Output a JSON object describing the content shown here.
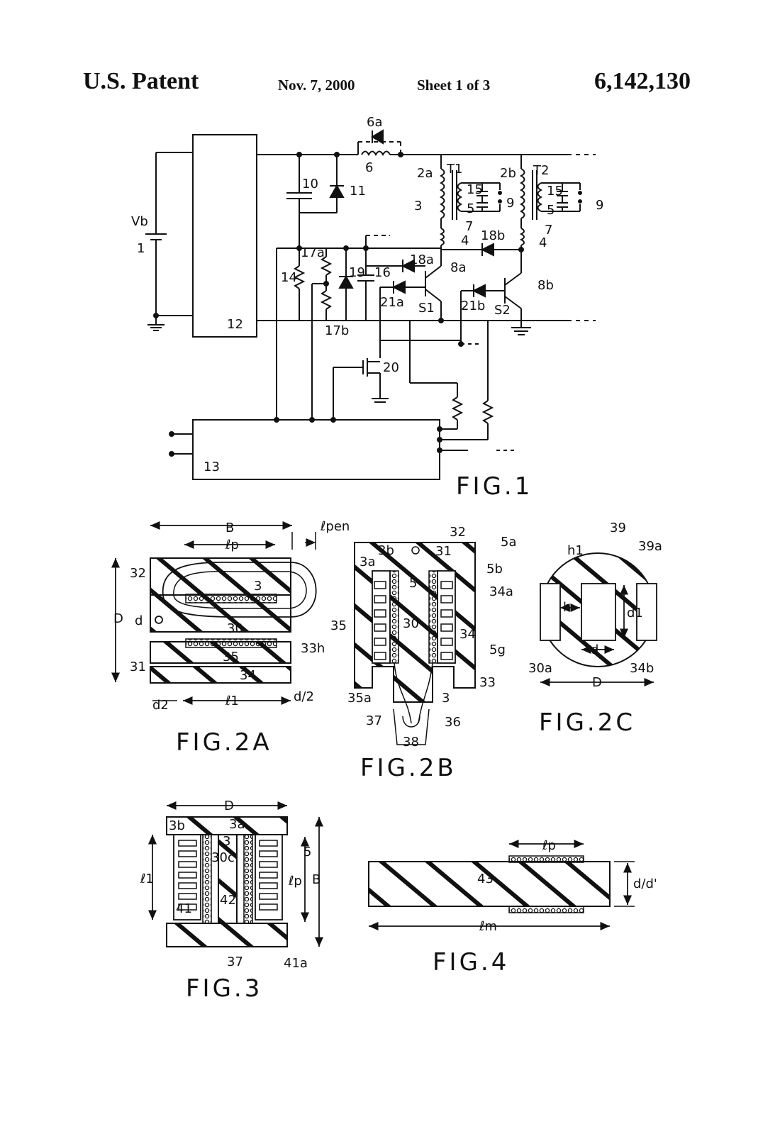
{
  "header": {
    "left": "U.S. Patent",
    "date": "Nov. 7, 2000",
    "sheet": "Sheet 1 of 3",
    "number": "6,142,130"
  },
  "fig1": {
    "caption": "FIG.1",
    "labels": {
      "vb": "Vb",
      "n1": "1",
      "n12": "12",
      "n13": "13",
      "n10": "10",
      "n11": "11",
      "n6": "6",
      "n6a": "6a",
      "n2a": "2a",
      "n2b": "2b",
      "t1": "T1",
      "t2": "T2",
      "n3": "3",
      "n15a": "15",
      "n15b": "15",
      "n5a": "5",
      "n5b": "5",
      "n9a": "9",
      "n9b": "9",
      "n7a": "7",
      "n7b": "7",
      "n4a": "4",
      "n4b": "4",
      "n18a": "18a",
      "n18b": "18b",
      "n8a": "8a",
      "n8b": "8b",
      "n14": "14",
      "n17a": "17a",
      "n17b": "17b",
      "n19": "19",
      "n16": "16",
      "n21a": "21a",
      "n21b": "21b",
      "s1": "S1",
      "s2": "S2",
      "n20": "20"
    }
  },
  "fig2a": {
    "caption": "FIG.2A",
    "labels": {
      "b": "B",
      "lp": "ℓp",
      "lpen": "ℓpen",
      "n32": "32",
      "n3": "3",
      "dD": "D",
      "d": "d",
      "n30": "30",
      "n35": "35",
      "n33h": "33h",
      "n34": "34",
      "n31": "31",
      "d2": "d2",
      "l1": "ℓ1",
      "dhalf": "d/2"
    }
  },
  "fig2b": {
    "caption": "FIG.2B",
    "labels": {
      "n32": "32",
      "n3b": "3b",
      "n3a": "3a",
      "n31": "31",
      "n5a": "5a",
      "n5b": "5b",
      "n5": "5",
      "n34a": "34a",
      "n30": "30",
      "n35": "35",
      "n34": "34",
      "n5g": "5g",
      "n35a": "35a",
      "n3": "3",
      "n33": "33",
      "n37": "37",
      "n36": "36",
      "n38": "38"
    }
  },
  "fig2c": {
    "caption": "FIG.2C",
    "labels": {
      "h1": "h1",
      "n39": "39",
      "n39a": "39a",
      "h": "h",
      "d1": "d1",
      "d": "d",
      "n30a": "30a",
      "n34b": "34b",
      "dD": "D"
    }
  },
  "fig3": {
    "caption": "FIG.3",
    "labels": {
      "dD": "D",
      "n3b": "3b",
      "n3a": "3a",
      "n3": "3",
      "n5": "5",
      "l1": "ℓ1",
      "n30c": "30c",
      "lp": "ℓp",
      "b": "B",
      "n42": "42",
      "n41": "41",
      "n37": "37",
      "n41a": "41a"
    }
  },
  "fig4": {
    "caption": "FIG.4",
    "labels": {
      "lp": "ℓp",
      "n43": "43",
      "dd": "d/d'",
      "lm": "ℓm"
    }
  }
}
